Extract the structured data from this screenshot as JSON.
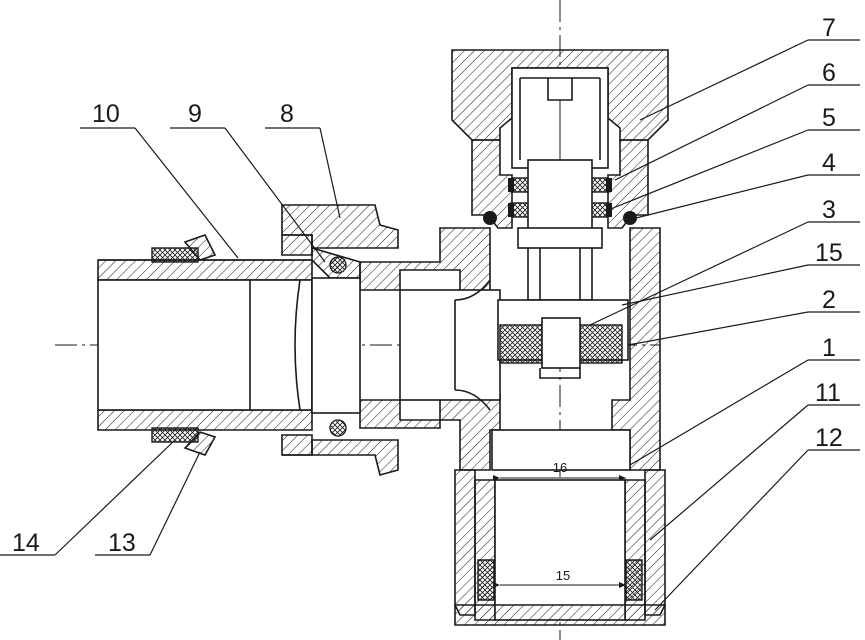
{
  "labels": {
    "p1": "1",
    "p2": "2",
    "p3": "3",
    "p4": "4",
    "p5": "5",
    "p6": "6",
    "p7": "7",
    "p8": "8",
    "p9": "9",
    "p10": "10",
    "p11": "11",
    "p12": "12",
    "p13": "13",
    "p14": "14",
    "p15": "15"
  },
  "dimensions": {
    "upper": "16",
    "lower": "15"
  }
}
